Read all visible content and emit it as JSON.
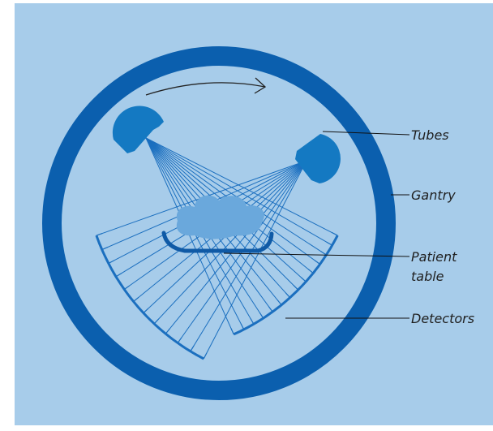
{
  "colors": {
    "background": "#a7ccea",
    "gantry": "#0b5fae",
    "tube": "#1479c2",
    "beam": "#1b6fbf",
    "patient": "#6aa8dc",
    "table": "#0f5aa6",
    "leader": "#111111"
  },
  "labels": {
    "tubes": "Tubes",
    "gantry": "Gantry",
    "patient_table_line1": "Patient",
    "patient_table_line2": "table",
    "detectors": "Detectors"
  },
  "icons": {
    "rotation": "curved-arrow-icon"
  }
}
